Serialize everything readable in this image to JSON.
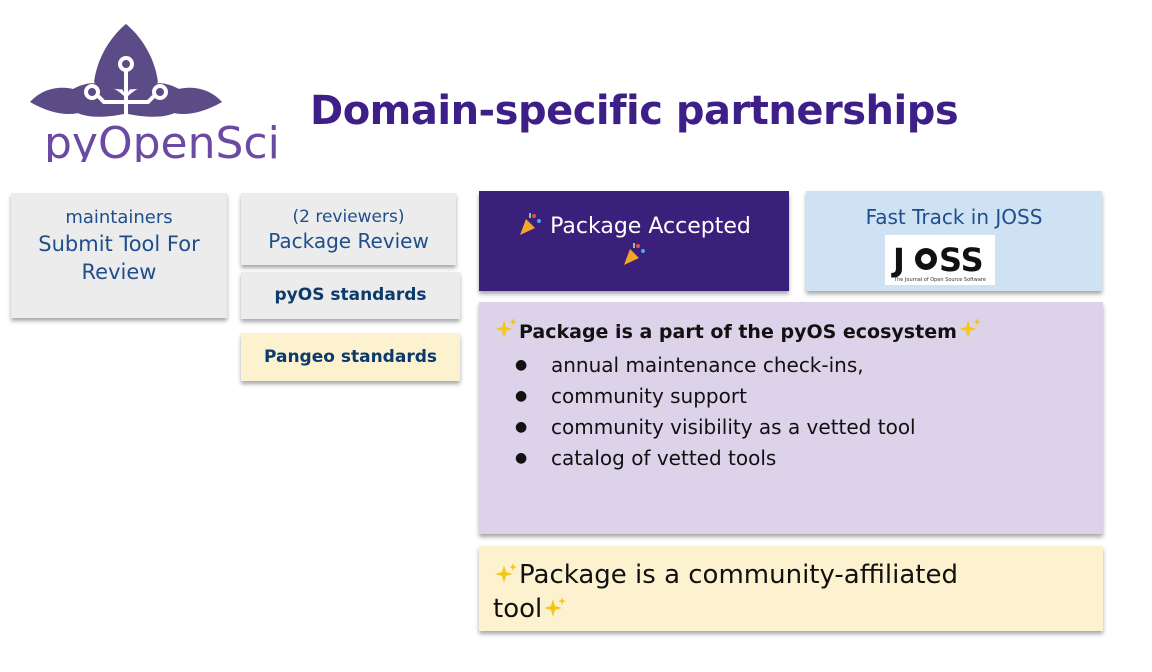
{
  "title": "Domain-specific partnerships",
  "logo": {
    "text": "pyOpenSci",
    "icon": "pyopensci-flower-logo"
  },
  "colors": {
    "title": "#3d1f87",
    "accepted_bg": "#3a1f7b",
    "joss_bg": "#cfe2f3",
    "ecosystem_bg": "#dcd3ea",
    "affiliated_bg": "#fdf2cf",
    "gray_bg": "#ececec"
  },
  "steps": {
    "submit": {
      "line1": "maintainers",
      "line2": "Submit Tool For",
      "line3": "Review"
    },
    "review": {
      "line1": "(2 reviewers)",
      "line2": "Package Review"
    },
    "pyos_standards": "pyOS standards",
    "pangeo_standards": "Pangeo standards",
    "accepted": {
      "label": "Package Accepted",
      "icon": "party-popper-icon"
    },
    "joss": {
      "label": "Fast Track in JOSS",
      "logo_text": "JOSS",
      "logo_caption": "The Journal of Open Source Software"
    }
  },
  "ecosystem": {
    "heading": "Package is a part of the pyOS ecosystem",
    "items": [
      "annual maintenance check-ins,",
      "community support",
      "community visibility as a vetted tool",
      "catalog of vetted tools"
    ]
  },
  "affiliated": {
    "line1": "Package is a community-affiliated",
    "line2": "tool"
  }
}
